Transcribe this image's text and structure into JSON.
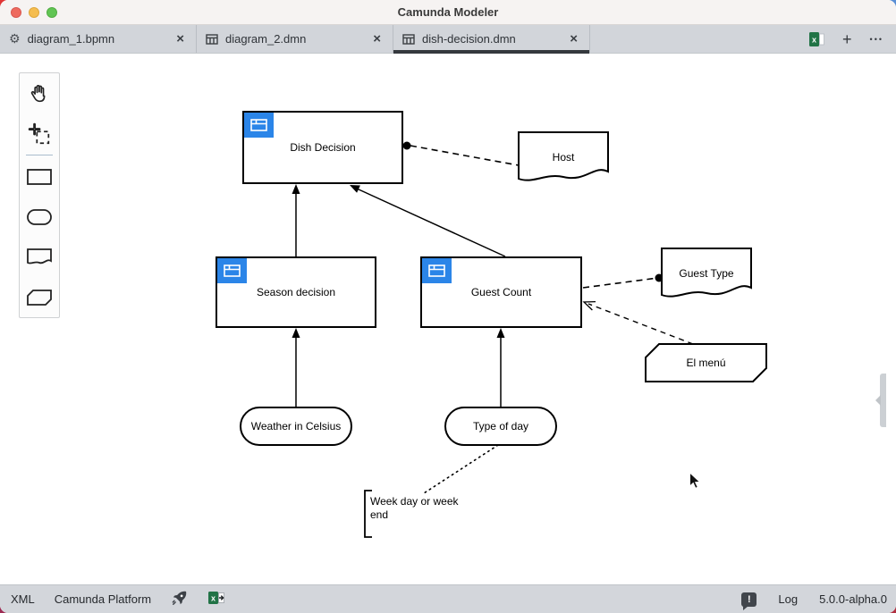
{
  "window": {
    "title": "Camunda Modeler"
  },
  "tabbar": {
    "tabs": [
      {
        "label": "diagram_1.bpmn",
        "icon": "gear-icon",
        "close": "×",
        "active": false
      },
      {
        "label": "diagram_2.dmn",
        "icon": "dmn-table-icon",
        "close": "×",
        "active": false
      },
      {
        "label": "dish-decision.dmn",
        "icon": "dmn-table-icon",
        "close": "×",
        "active": true
      }
    ],
    "new_tab": "+",
    "more": "•••"
  },
  "palette": {
    "tools": [
      "hand-tool-icon",
      "lasso-tool-icon",
      "decision-shape-icon",
      "input-data-shape-icon",
      "knowledge-source-shape-icon",
      "business-knowledge-model-shape-icon"
    ]
  },
  "diagram": {
    "decisions": [
      {
        "label": "Dish Decision"
      },
      {
        "label": "Season decision"
      },
      {
        "label": "Guest Count"
      }
    ],
    "knowledge_sources": [
      {
        "label": "Host"
      },
      {
        "label": "Guest Type"
      }
    ],
    "business_knowledge_models": [
      {
        "label": "El menú"
      }
    ],
    "inputs": [
      {
        "label": "Weather in Celsius"
      },
      {
        "label": "Type of day"
      }
    ],
    "annotations": [
      {
        "text": "Week day or week end"
      }
    ]
  },
  "statusbar": {
    "xml_toggle": "XML",
    "execution_platform": "Camunda Platform",
    "log_toggle": "Log",
    "version": "5.0.0-alpha.0"
  },
  "colors": {
    "decision_icon_blue": "#2b85e8",
    "active_tab_underline": "#35393e",
    "chrome_gray": "#d2d5da",
    "traffic_red": "#ee6a5f",
    "traffic_yellow": "#f5bd4f",
    "traffic_green": "#61c554"
  }
}
